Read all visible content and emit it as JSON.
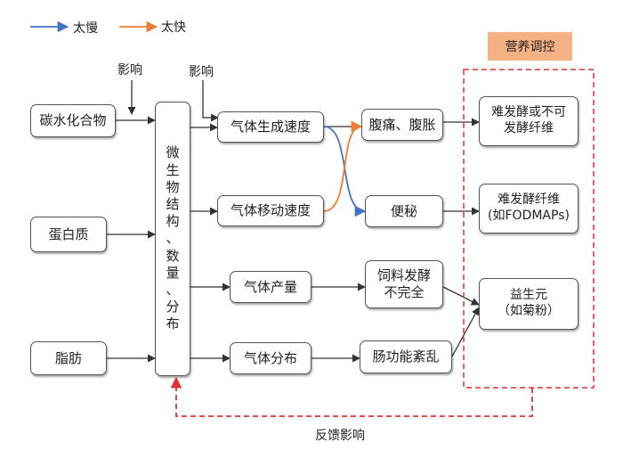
{
  "legend": {
    "slow": {
      "label": "太慢",
      "color": "#4472c4"
    },
    "fast": {
      "label": "太快",
      "color": "#ed7d31"
    }
  },
  "regulation_label": "营养调控",
  "influence_label": "影响",
  "feedback_label": "反馈影响",
  "inputs": [
    "碳水化合物",
    "蛋白质",
    "脂肪"
  ],
  "microbe_label": [
    "微",
    "生",
    "物",
    "结",
    "构",
    "、",
    "数",
    "量",
    "、",
    "分",
    "布"
  ],
  "gas": {
    "production_speed": "气体生成速度",
    "movement_speed": "气体移动速度",
    "output": "气体产量",
    "distribution": "气体分布"
  },
  "effects": {
    "pain": "腹痛、腹胀",
    "constipation": "便秘",
    "feed_ferment": [
      "饲料发酵",
      "不完全"
    ],
    "gut_disorder": "肠功能紊乱"
  },
  "regulation": {
    "fiber1": [
      "难发酵或不可",
      "发酵纤维"
    ],
    "fiber2": [
      "难发酵纤维",
      "(如FODMAPs)"
    ],
    "probiotic": [
      "益生元",
      "（如菊粉）"
    ]
  }
}
